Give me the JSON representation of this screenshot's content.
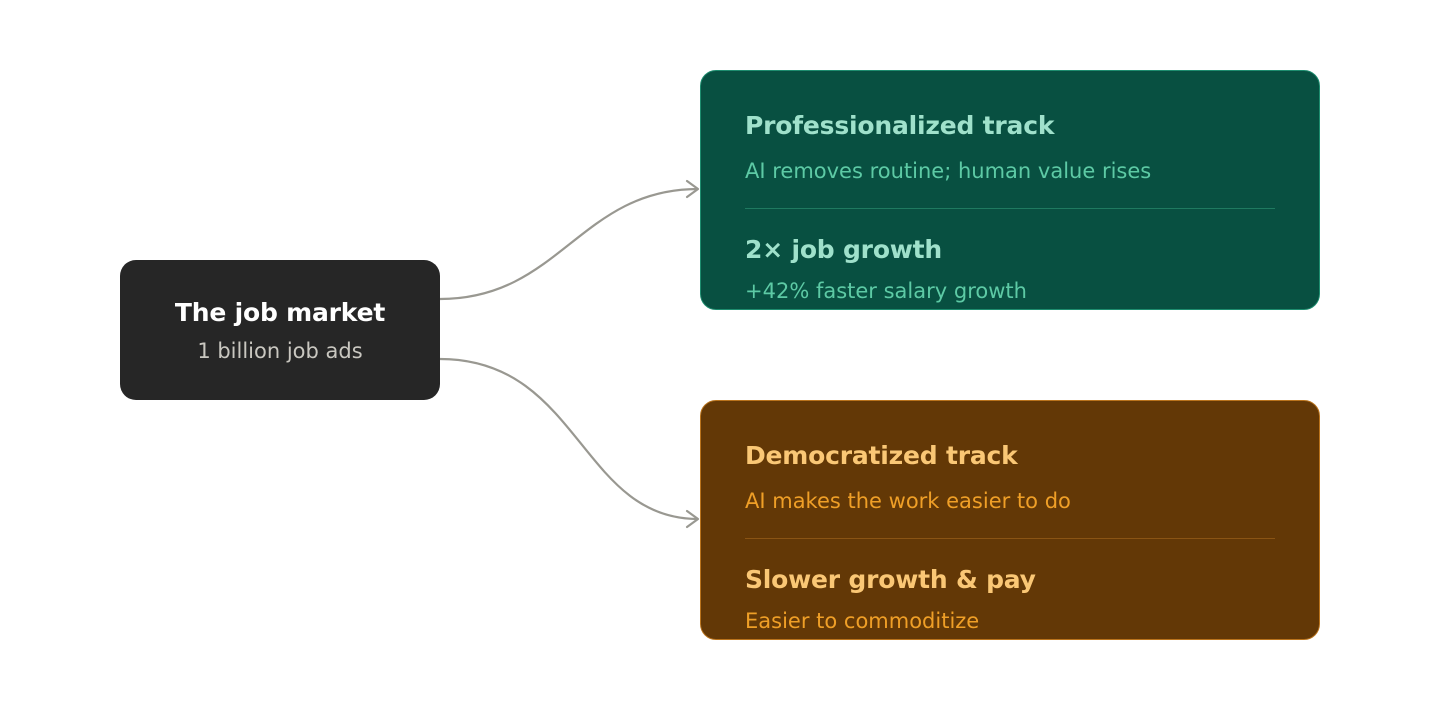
{
  "root": {
    "title": "The job market",
    "subtitle": "1 billion job ads"
  },
  "tracks": [
    {
      "title": "Professionalized track",
      "description": "AI removes routine; human value rises",
      "stat": "2× job growth",
      "note": "+42% faster salary growth",
      "colors": {
        "background": "#085041",
        "title": "#9fe1cb",
        "text": "#5dcaa5"
      }
    },
    {
      "title": "Democratized track",
      "description": "AI makes the work easier to do",
      "stat": "Slower growth & pay",
      "note": "Easier to commoditize",
      "colors": {
        "background": "#633806",
        "title": "#fac775",
        "text": "#ef9f27"
      }
    }
  ],
  "connector_color": "#999891"
}
